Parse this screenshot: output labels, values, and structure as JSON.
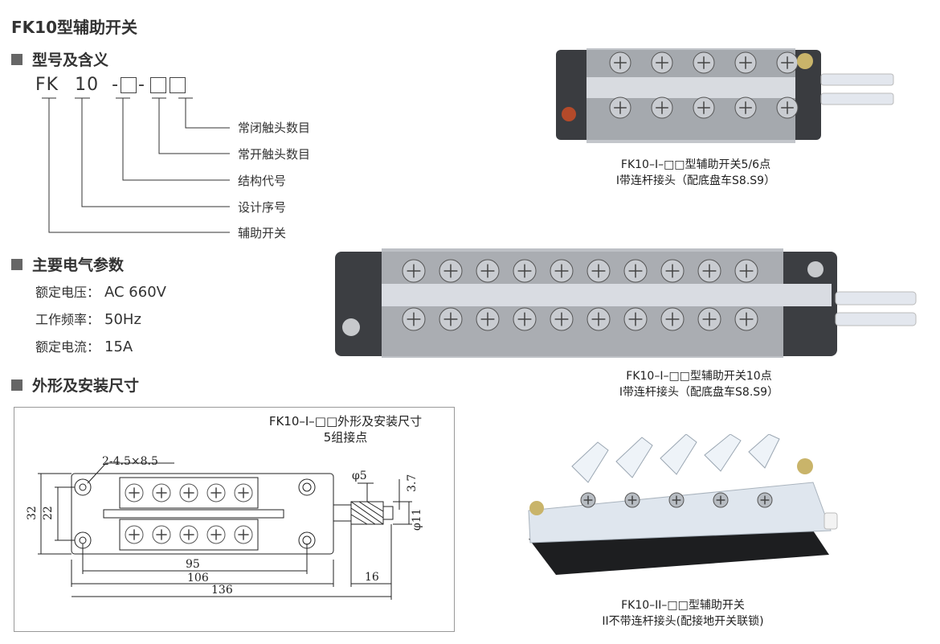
{
  "page_title": "FK10型辅助开关",
  "sections": {
    "model": "型号及含义",
    "electrical": "主要电气参数",
    "dimensions": "外形及安装尺寸"
  },
  "model_code": {
    "prefix": "FK",
    "num": "10",
    "dash": "-"
  },
  "legend": [
    "常闭触头数目",
    "常开触头数目",
    "结构代号",
    "设计序号",
    "辅助开关"
  ],
  "params": [
    {
      "label": "额定电压：",
      "value": "AC 660V"
    },
    {
      "label": "工作频率：",
      "value": "50Hz"
    },
    {
      "label": "额定电流：",
      "value": "15A"
    }
  ],
  "diagram": {
    "title_line1": "FK10–I–□□外形及安装尺寸",
    "title_line2": "5组接点",
    "dims": {
      "slot": "2-4.5×8.5",
      "h32": "32",
      "h22": "22",
      "d95": "95",
      "d106": "106",
      "d136": "136",
      "d16": "16",
      "phi5": "φ5",
      "d37": "3.7",
      "phi11": "φ11"
    }
  },
  "photos": [
    {
      "caption_line1": "FK10–I–□□型辅助开关5/6点",
      "caption_line2": "I带连杆接头（配底盘车S8.S9）"
    },
    {
      "caption_line1": "FK10–I–□□型辅助开关10点",
      "caption_line2": "I带连杆接头（配底盘车S8.S9）"
    },
    {
      "caption_line1": "FK10–II–□□型辅助开关",
      "caption_line2": "II不带连杆接头(配接地开关联锁)"
    }
  ]
}
